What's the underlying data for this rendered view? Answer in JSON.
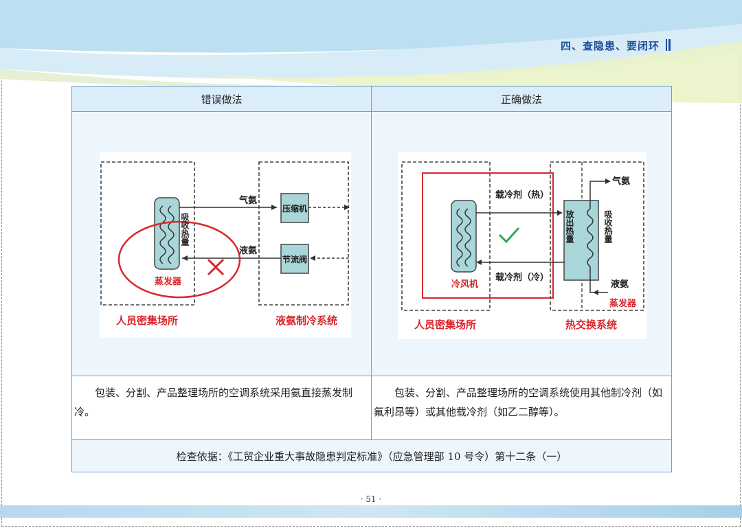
{
  "header": {
    "title": "四、查隐患、要闭环"
  },
  "table": {
    "col_wrong": "错误做法",
    "col_right": "正确做法",
    "wrong_text": "包装、分割、产品整理场所的空调系统采用氨直接蒸发制冷。",
    "right_text": "包装、分割、产品整理场所的空调系统使用其他制冷剂（如氟利昂等）或其他载冷剂（如乙二醇等）。",
    "basis": "检查依据：《工贸企业重大事故隐患判定标准》（应急管理部 10 号令）第十二条（一）"
  },
  "wrong_diagram": {
    "absorb_heat": "吸收热量",
    "gas_ammonia": "气氨",
    "liquid_ammonia": "液氨",
    "compressor": "压缩机",
    "throttle_valve": "节流阀",
    "evaporator": "蒸发器",
    "crowded_area": "人员密集场所",
    "refrigeration_system": "液氨制冷系统",
    "marker_icon": "red-cross-icon"
  },
  "right_diagram": {
    "coolant_hot": "载冷剂（热）",
    "coolant_cold": "载冷剂（冷）",
    "release_heat": "放出热量",
    "absorb_heat": "吸收热量",
    "gas_ammonia": "气氨",
    "liquid_ammonia": "液氨",
    "evaporator": "蒸发器",
    "air_cooler": "冷风机",
    "crowded_area": "人员密集场所",
    "heat_exchange_system": "热交换系统",
    "marker_icon": "green-check-icon"
  },
  "footer": {
    "page_number": "· 51 ·"
  },
  "colors": {
    "accent_blue": "#1f4e9a",
    "border_blue": "#6fa0d0",
    "red": "#d9262c",
    "green": "#2fa84f",
    "unit_fill": "#a9d6d9"
  }
}
